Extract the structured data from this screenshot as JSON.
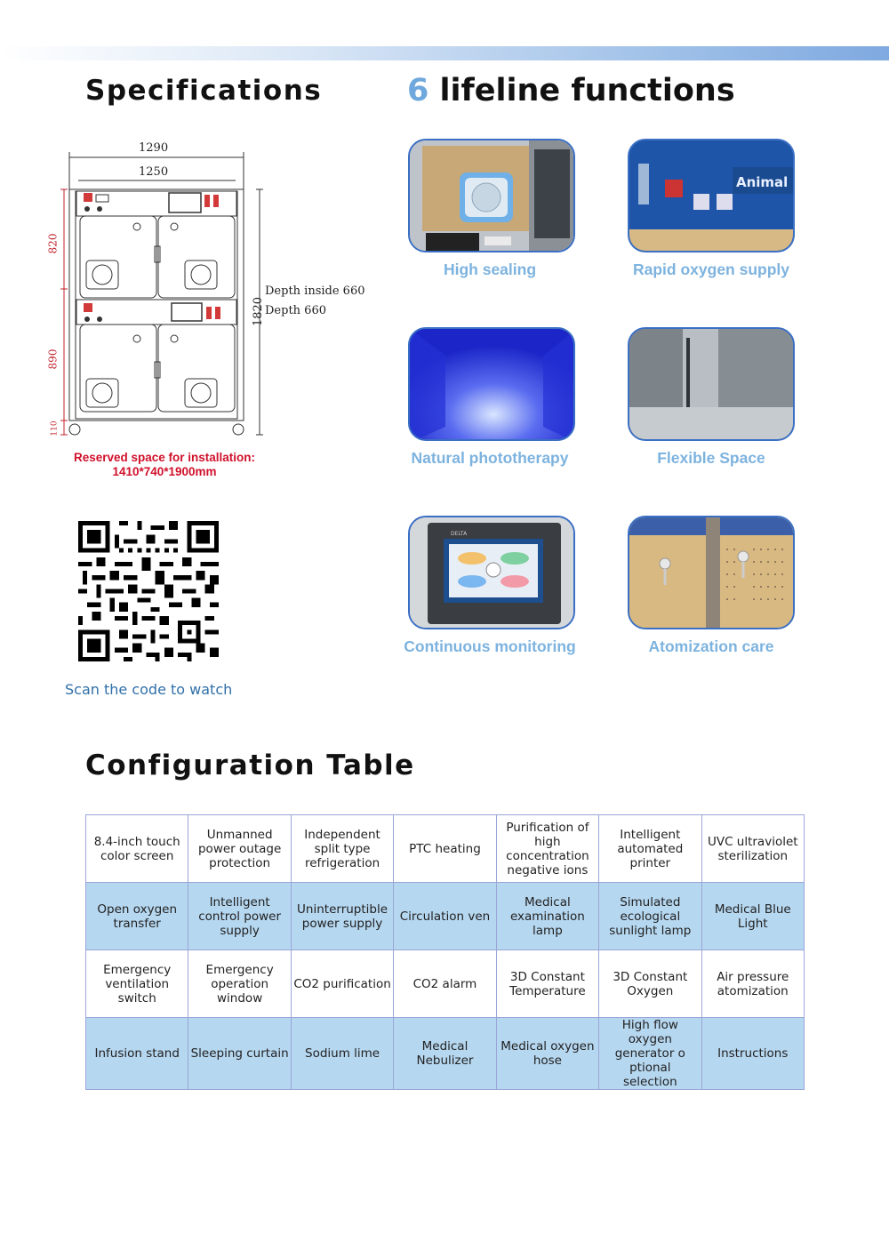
{
  "specs": {
    "title": "Specifications"
  },
  "functions": {
    "number": "6",
    "title": "lifeline functions"
  },
  "drawing": {
    "width_outer": "1290",
    "width_inner": "1250",
    "height_upper": "820",
    "height_lower": "890",
    "height_base": "110",
    "height_total": "1820",
    "depth_inside": "Depth inside  660",
    "depth": "Depth  660"
  },
  "reserved": {
    "line1": "Reserved space for installation:",
    "line2": "1410*740*1900mm"
  },
  "qr": {
    "caption": "Scan the code to watch"
  },
  "features": [
    {
      "label": "High sealing"
    },
    {
      "label": "Rapid oxygen supply"
    },
    {
      "label": "Natural phototherapy"
    },
    {
      "label": "Flexible Space"
    },
    {
      "label": "Continuous monitoring"
    },
    {
      "label": "Atomization care"
    }
  ],
  "config": {
    "title": "Configuration  Table",
    "rows": [
      [
        "8.4-inch touch color screen",
        "Unmanned power outage protection",
        "Independent split type refrigeration",
        "PTC heating",
        "Purification of high concentration negative ions",
        "Intelligent automated printer",
        "UVC ultraviolet sterilization"
      ],
      [
        "Open oxygen transfer",
        "Intelligent control power supply",
        "Uninterruptible power supply",
        "Circulation ven",
        "Medical examination lamp",
        "Simulated ecological sunlight lamp",
        "Medical Blue Light"
      ],
      [
        "Emergency ventilation switch",
        "Emergency operation window",
        "CO2 purification",
        "CO2 alarm",
        "3D Constant Temperature",
        "3D Constant Oxygen",
        "Air pressure atomization"
      ],
      [
        "Infusion stand",
        "Sleeping curtain",
        "Sodium lime",
        "Medical Nebulizer",
        "Medical oxygen hose",
        "High flow oxygen generator o ptional selection",
        "Instructions"
      ]
    ]
  },
  "screen_text": {
    "brand": "Animal Me",
    "panel_brand": "DELTA"
  }
}
